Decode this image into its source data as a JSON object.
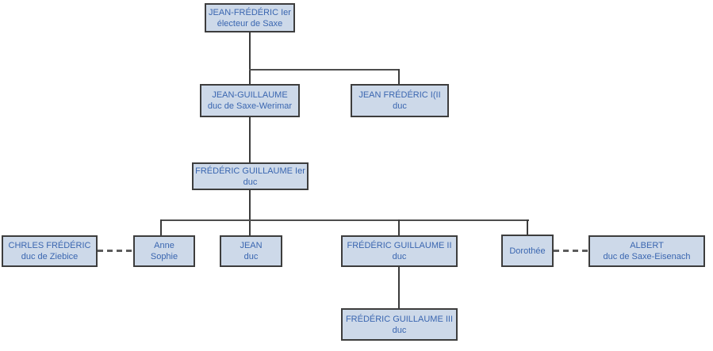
{
  "diagram": {
    "type": "family-tree-org-chart",
    "background": "#ffffff",
    "colors": {
      "node_fill": "#cdd9e9",
      "node_border": "#3d3d3d",
      "node_text": "#3a66b0",
      "shadow": "#3b73c9",
      "shadow_edge": "#7fa5dc",
      "connector_solid": "#3b3b3b",
      "connector_dashed": "#5c5c5c"
    },
    "nodes": [
      {
        "id": "jean-frederic-1er",
        "line1": "JEAN-FRÉDÉRIC Ier",
        "line2": "électeur de Saxe"
      },
      {
        "id": "jean-guillaume",
        "line1": "JEAN-GUILLAUME",
        "line2": "duc de Saxe-Werimar"
      },
      {
        "id": "jean-frederic-i-ii",
        "line1": "JEAN FRÉDÉRIC I(II",
        "line2": "duc"
      },
      {
        "id": "frederic-guillaume-1er",
        "line1": "FRÉDÉRIC GUILLAUME Ier",
        "line2": "duc"
      },
      {
        "id": "chrles-frederic",
        "line1": "CHRLES FRÉDÉRIC",
        "line2": "duc de Ziebice"
      },
      {
        "id": "anne-sophie",
        "line1": "Anne",
        "line2": "Sophie"
      },
      {
        "id": "jean",
        "line1": "JEAN",
        "line2": "duc"
      },
      {
        "id": "frederic-guillaume-2",
        "line1": "FRÉDÉRIC GUILLAUME II",
        "line2": "duc"
      },
      {
        "id": "dorothee",
        "line1": "Dorothée",
        "line2": ""
      },
      {
        "id": "albert",
        "line1": "ALBERT",
        "line2": "duc de Saxe-Eisenach"
      },
      {
        "id": "frederic-guillaume-3",
        "line1": "FRÉDÉRIC GUILLAUME III",
        "line2": "duc"
      }
    ],
    "edges": [
      {
        "type": "solid",
        "from": "jean-frederic-1er",
        "to": "jean-guillaume"
      },
      {
        "type": "solid",
        "from": "jean-frederic-1er",
        "to": "jean-frederic-i-ii"
      },
      {
        "type": "solid",
        "from": "jean-guillaume",
        "to": "frederic-guillaume-1er"
      },
      {
        "type": "solid",
        "from": "frederic-guillaume-1er",
        "to": "anne-sophie"
      },
      {
        "type": "solid",
        "from": "frederic-guillaume-1er",
        "to": "jean"
      },
      {
        "type": "solid",
        "from": "frederic-guillaume-1er",
        "to": "frederic-guillaume-2"
      },
      {
        "type": "solid",
        "from": "frederic-guillaume-1er",
        "to": "dorothee"
      },
      {
        "type": "dashed",
        "from": "chrles-frederic",
        "to": "anne-sophie"
      },
      {
        "type": "dashed",
        "from": "dorothee",
        "to": "albert"
      },
      {
        "type": "solid",
        "from": "frederic-guillaume-2",
        "to": "frederic-guillaume-3"
      }
    ]
  }
}
